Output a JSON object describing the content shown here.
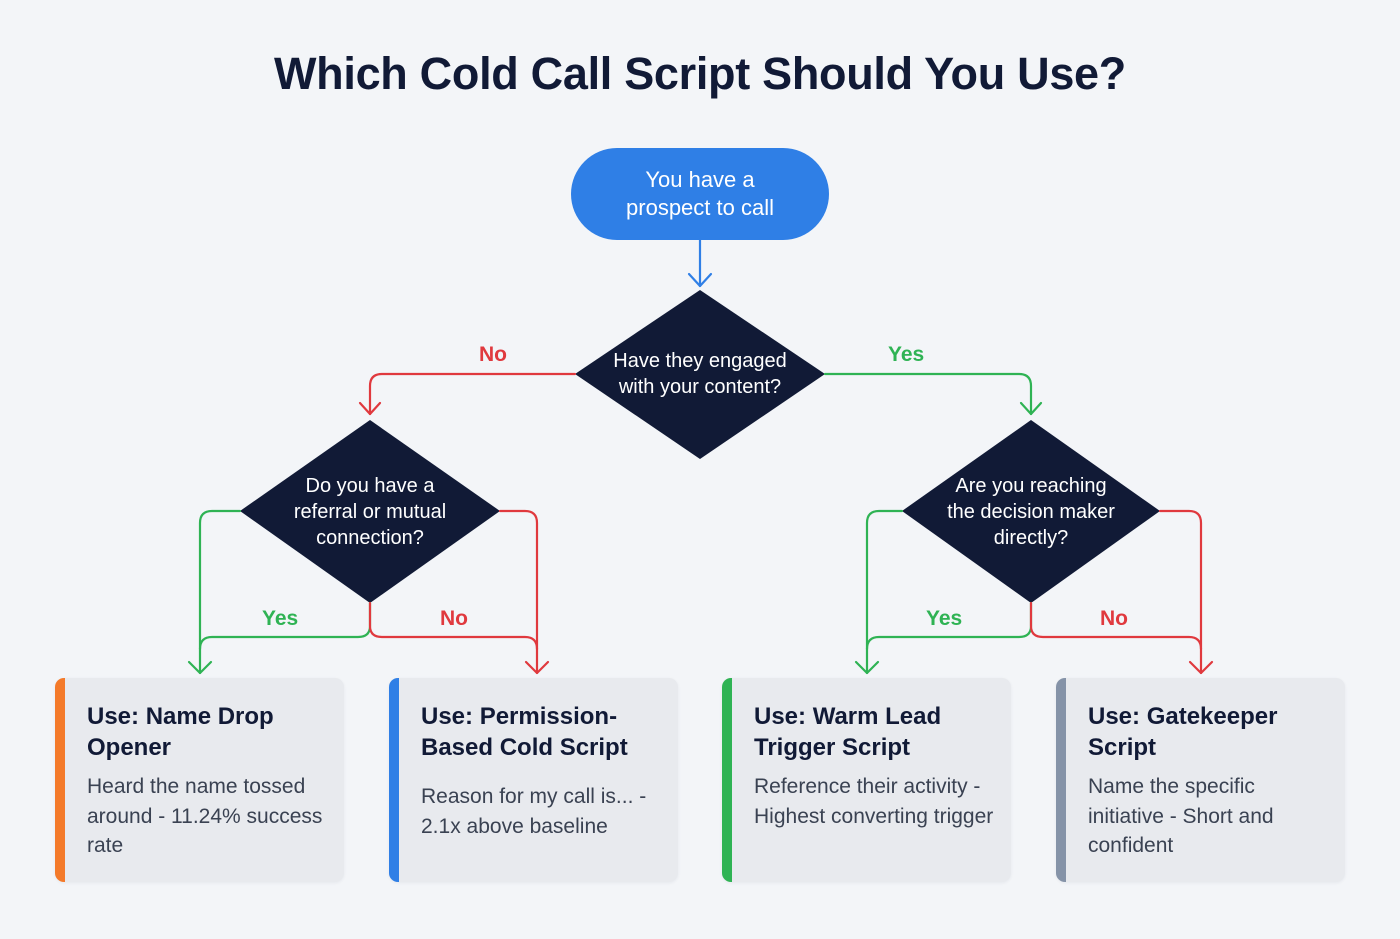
{
  "title": "Which Cold Call Script Should You Use?",
  "colors": {
    "background": "#f3f5f8",
    "start_node": "#2f7fe6",
    "decision_node": "#111a36",
    "yes": "#2fb354",
    "no": "#e0393e",
    "card_background": "#e8eaee",
    "title_text": "#111a36"
  },
  "start": {
    "label": "You have a prospect to call"
  },
  "decisions": [
    {
      "id": "engaged",
      "label": "Have they engaged with your content?",
      "no_label": "No",
      "yes_label": "Yes"
    },
    {
      "id": "referral",
      "label": "Do you have a referral or mutual connection?",
      "yes_label": "Yes",
      "no_label": "No"
    },
    {
      "id": "decision_maker",
      "label": "Are you reaching the decision maker directly?",
      "yes_label": "Yes",
      "no_label": "No"
    }
  ],
  "outcomes": [
    {
      "title": "Use: Name Drop Opener",
      "description": "Heard the name tossed around - 11.24% success rate",
      "accent": "#f47a2a"
    },
    {
      "title": "Use: Permission-Based Cold Script",
      "description": "Reason for my call is... - 2.1x above baseline",
      "accent": "#2f7fe6"
    },
    {
      "title": "Use: Warm Lead Trigger Script",
      "description": "Reference their activity - Highest converting trigger",
      "accent": "#2fb354"
    },
    {
      "title": "Use: Gatekeeper Script",
      "description": "Name the specific initiative - Short and confident",
      "accent": "#8593a8"
    }
  ]
}
